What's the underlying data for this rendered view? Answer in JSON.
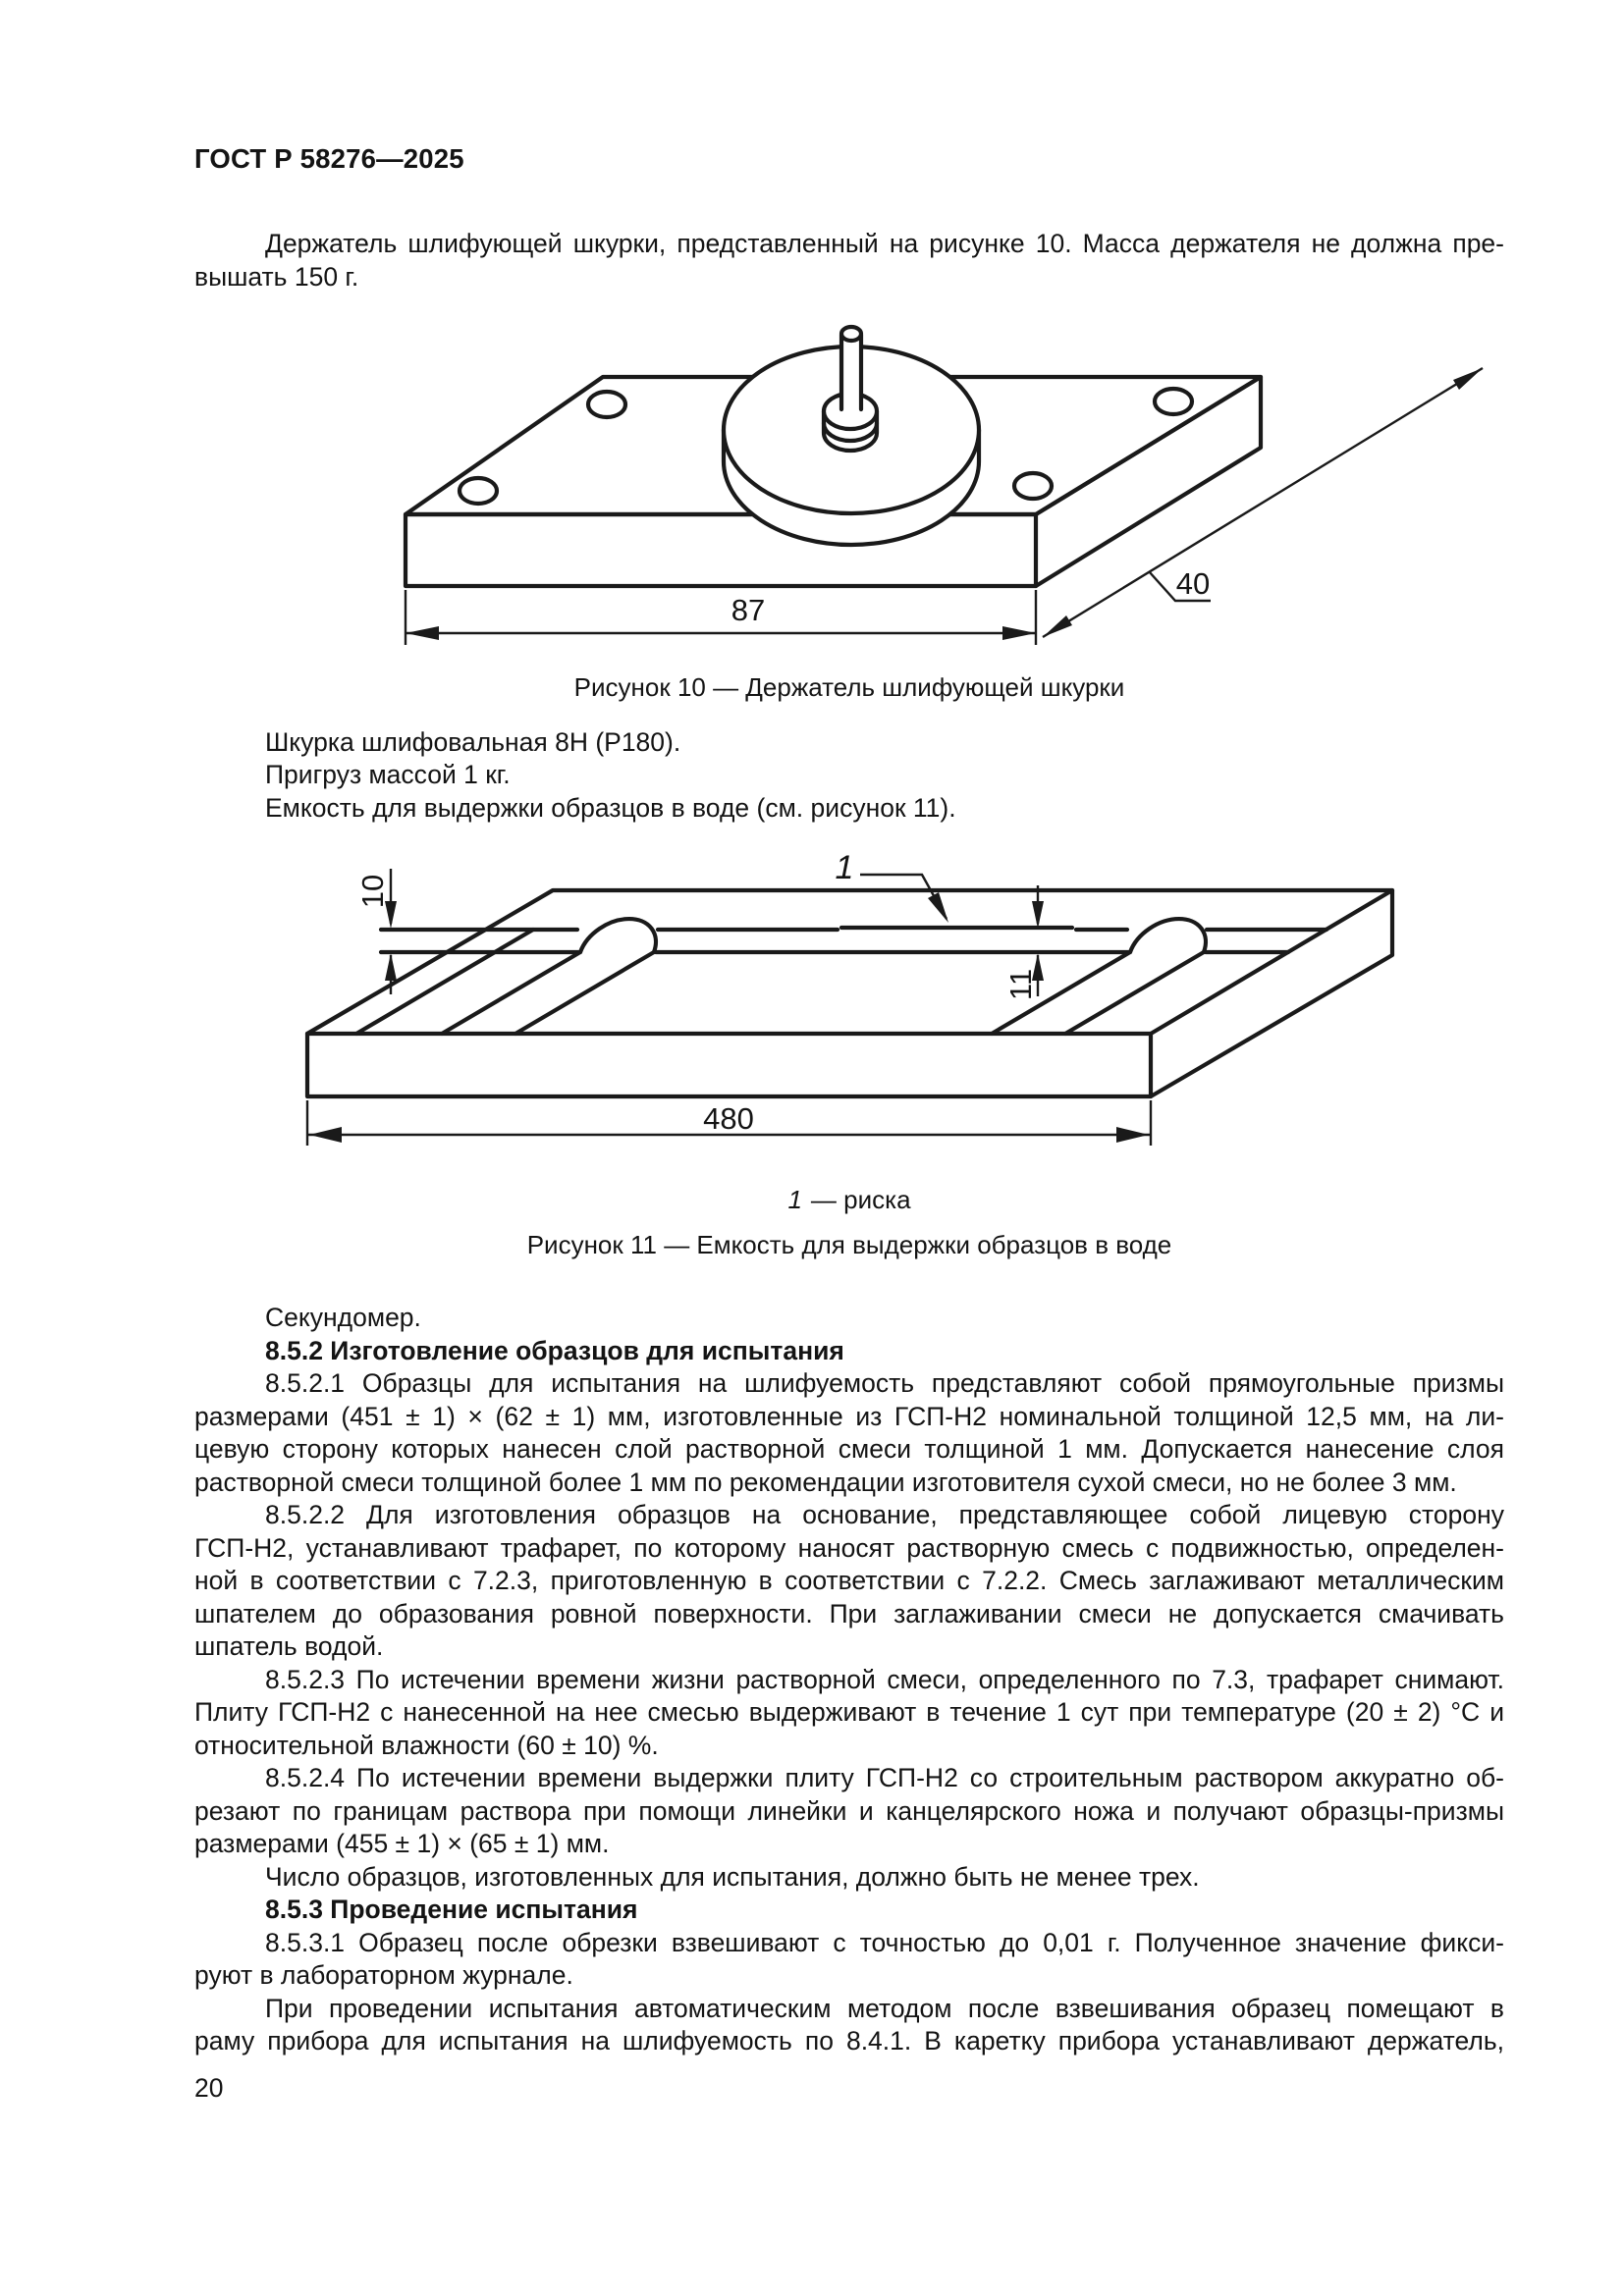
{
  "header": {
    "title": "ГОСТ Р 58276—2025"
  },
  "intro": {
    "lines": [
      {
        "text": "Держатель шлифующей шкурки, представленный на рисунке 10. Масса держателя не должна пре-"
      },
      {
        "text": "вышать 150 г."
      }
    ]
  },
  "figure10": {
    "caption": "Рисунок 10 — Держатель шлифующей шкурки",
    "dims": {
      "width": "87",
      "depth": "40"
    }
  },
  "equipment": {
    "lines": [
      {
        "text": "Шкурка шлифовальная 8Н (Р180)."
      },
      {
        "text": "Пригруз массой 1 кг."
      },
      {
        "text": "Емкость для выдержки образцов в воде (см. рисунок 11)."
      }
    ]
  },
  "figure11": {
    "caption": "Рисунок 11 — Емкость для выдержки образцов в воде",
    "legend_ref": "1",
    "legend_text": "— риска",
    "callout": "1",
    "dims": {
      "length": "480",
      "wall_height": "10",
      "mark_offset": "11"
    }
  },
  "body": {
    "lines": [
      {
        "text": "Секундомер."
      },
      {
        "text": "8.5.2 Изготовление образцов для испытания"
      },
      {
        "text": "8.5.2.1 Образцы для испытания на шлифуемость представляют собой прямоугольные призмы"
      },
      {
        "text": "размерами (451 ± 1) × (62 ± 1) мм, изготовленные из ГСП-Н2 номинальной толщиной 12,5 мм, на ли-"
      },
      {
        "text": "цевую сторону которых нанесен слой растворной смеси толщиной 1 мм. Допускается нанесение слоя"
      },
      {
        "text": "растворной смеси толщиной более 1 мм по рекомендации изготовителя сухой смеси, но не более 3 мм."
      },
      {
        "text": "8.5.2.2 Для изготовления образцов на основание, представляющее собой лицевую сторону"
      },
      {
        "text": "ГСП-Н2, устанавливают трафарет, по которому наносят растворную смесь с подвижностью, определен-"
      },
      {
        "text": "ной в соответствии с 7.2.3, приготовленную в соответствии с 7.2.2. Смесь заглаживают металлическим"
      },
      {
        "text": "шпателем до образования ровной поверхности. При заглаживании смеси не допускается смачивать"
      },
      {
        "text": "шпатель водой."
      },
      {
        "text": "8.5.2.3 По истечении времени жизни растворной смеси, определенного по 7.3, трафарет снимают."
      },
      {
        "text": "Плиту ГСП-Н2 с нанесенной на нее смесью выдерживают в течение 1 сут при температуре (20 ± 2) °С и"
      },
      {
        "text": "относительной влажности (60 ± 10) %."
      },
      {
        "text": "8.5.2.4 По истечении времени выдержки плиту ГСП-Н2 со строительным раствором аккуратно об-"
      },
      {
        "text": "резают по границам раствора при помощи линейки и канцелярского ножа и получают образцы-призмы"
      },
      {
        "text": "размерами (455 ± 1) × (65 ± 1) мм."
      },
      {
        "text": "Число образцов, изготовленных для испытания, должно быть не менее трех."
      },
      {
        "text": "8.5.3 Проведение испытания"
      },
      {
        "text": "8.5.3.1 Образец после обрезки взвешивают с точностью до 0,01 г. Полученное значение фикси-"
      },
      {
        "text": "руют в лабораторном журнале."
      },
      {
        "text": "При проведении испытания автоматическим методом после взвешивания образец помещают в"
      },
      {
        "text": "раму прибора для испытания на шлифуемость по 8.4.1. В каретку прибора устанавливают держатель,"
      }
    ]
  },
  "footer": {
    "page_number": "20"
  }
}
